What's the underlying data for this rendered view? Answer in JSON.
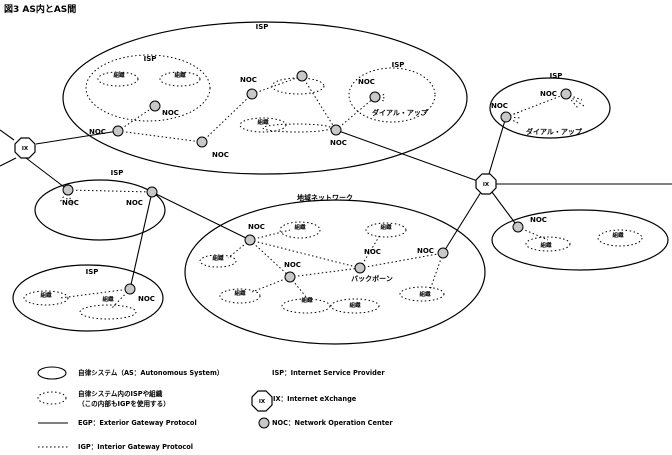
{
  "figure": {
    "title": "図3  AS内とAS間"
  },
  "labels": {
    "isp": "ISP",
    "noc": "NOC",
    "ix": "IX",
    "dialup": "ダイアル・アップ",
    "regional_network": "地域ネットワーク",
    "backbone": "バックボーン",
    "org": "組織"
  },
  "legend": {
    "as_label": "自律システム（AS：Autonomous System）",
    "igp_org_label_1": "自律システム内のISPや組織",
    "igp_org_label_2": "（この内部もIGPを使用する）",
    "egp_label": "EGP：Exterior Gateway Protocol",
    "igp_label": "IGP：Interior Gateway Protocol",
    "isp_def": "ISP：Internet Service Provider",
    "ix_def": "IX：Internet eXchange",
    "noc_def": "NOC：Network Operation Center"
  }
}
